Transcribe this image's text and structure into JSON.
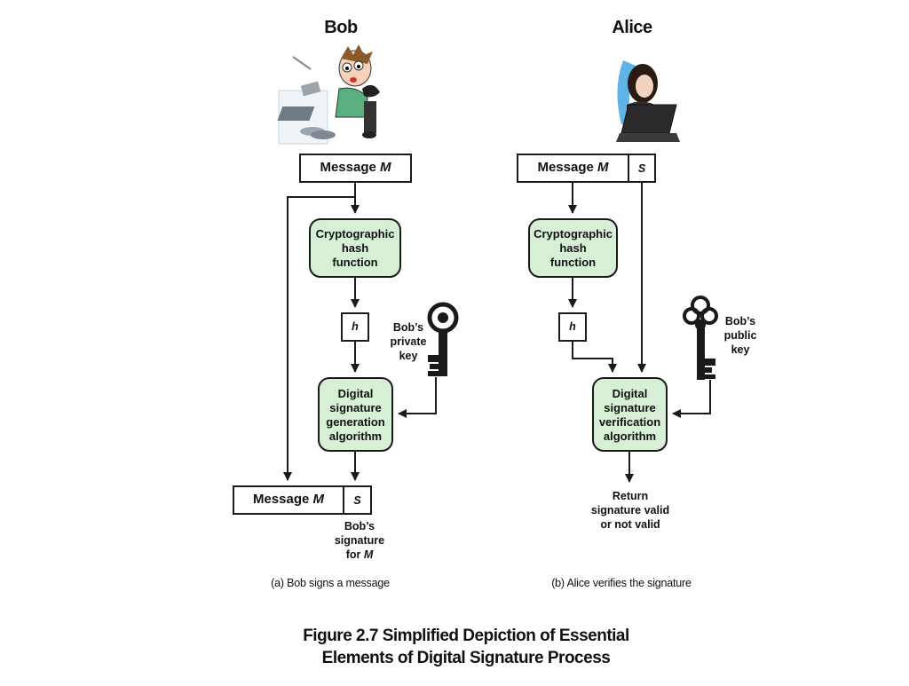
{
  "left": {
    "actor": "Bob",
    "message": {
      "text": "Message ",
      "var": "M"
    },
    "hash_box": "Cryptographic\nhash\nfunction",
    "h_label": "h",
    "key_label": "Bob’s\nprivate\nkey",
    "alg_box": "Digital\nsignature\ngeneration\nalgorithm",
    "output_message": {
      "text": "Message ",
      "var": "M"
    },
    "s_label": "S",
    "sig_label": {
      "text": "Bob’s\nsignature\nfor ",
      "var": "M"
    },
    "caption": "(a) Bob signs a message"
  },
  "right": {
    "actor": "Alice",
    "message": {
      "text": "Message ",
      "var": "M"
    },
    "s_label": "S",
    "hash_box": "Cryptographic\nhash\nfunction",
    "h_label": "h",
    "key_label": "Bob’s\npublic\nkey",
    "alg_box": "Digital\nsignature\nverification\nalgorithm",
    "result": "Return\nsignature valid\nor not valid",
    "caption": "(b) Alice verifies the signature"
  },
  "figure_title": "Figure 2.7  Simplified Depiction of Essential\nElements of Digital Signature Process",
  "colors": {
    "box_fill": "#d7efd5",
    "stroke": "#1a1a1a",
    "key": "#1a1a1a",
    "laptop": "#2a2a2a"
  }
}
